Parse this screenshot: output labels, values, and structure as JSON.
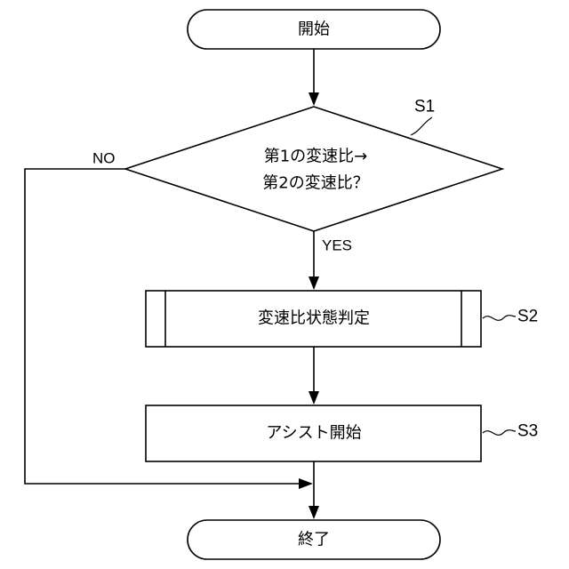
{
  "flowchart": {
    "start": {
      "label": "開始"
    },
    "decision": {
      "label_line1": "第1の変速比→",
      "label_line2": "第2の変速比？",
      "ref": "S1",
      "yes_label": "YES",
      "no_label": "NO"
    },
    "process_s2": {
      "label": "変速比状態判定",
      "ref": "S2",
      "kind": "predefined-process"
    },
    "process_s3": {
      "label": "アシスト開始",
      "ref": "S3",
      "kind": "process"
    },
    "end": {
      "label": "終了"
    }
  }
}
